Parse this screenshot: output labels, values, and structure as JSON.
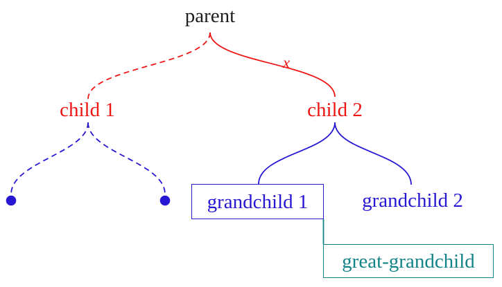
{
  "diagram": {
    "type": "tree",
    "background": "#ffffff"
  },
  "colors": {
    "black": "#1f1f1f",
    "red": "#ee1414",
    "blue": "#2617d2",
    "teal": "#128387"
  },
  "nodes": {
    "parent": {
      "label": "parent",
      "color": "#1f1f1f"
    },
    "child1": {
      "label": "child 1",
      "color": "#ee1414"
    },
    "child2": {
      "label": "child 2",
      "color": "#ee1414"
    },
    "edge_label": {
      "label": "x",
      "color": "#ee1414"
    },
    "grandchild1": {
      "label": "grandchild 1",
      "color": "#2617d2",
      "boxed": true
    },
    "grandchild2": {
      "label": "grandchild 2",
      "color": "#2617d2",
      "boxed": false
    },
    "great_grandchild": {
      "label": "great-grandchild",
      "color": "#128387",
      "boxed": true
    },
    "leaf_dots": {
      "count": 2,
      "color": "#2617d2"
    }
  },
  "edges": [
    {
      "from": "parent",
      "to": "child 1",
      "style": "dashed",
      "color": "#ee1414"
    },
    {
      "from": "parent",
      "to": "child 2",
      "style": "solid",
      "color": "#ee1414",
      "label": "x"
    },
    {
      "from": "child 1",
      "to": "leaf-dot-left",
      "style": "dashed",
      "color": "#2617d2"
    },
    {
      "from": "child 1",
      "to": "leaf-dot-right",
      "style": "dashed",
      "color": "#2617d2"
    },
    {
      "from": "child 2",
      "to": "grandchild 1",
      "style": "solid",
      "color": "#2617d2"
    },
    {
      "from": "child 2",
      "to": "grandchild 2",
      "style": "solid",
      "color": "#2617d2"
    },
    {
      "from": "grandchild 1",
      "to": "great-grandchild",
      "style": "solid",
      "color": "#128387"
    }
  ]
}
